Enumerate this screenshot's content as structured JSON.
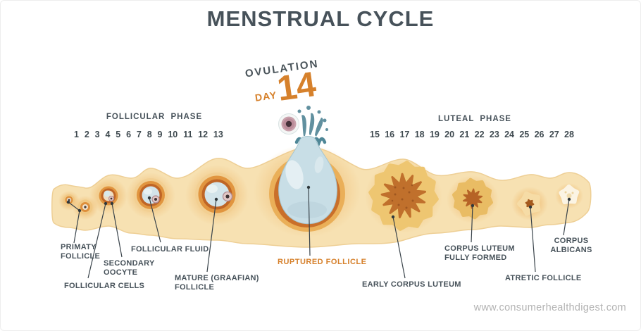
{
  "title": "MENSTRUAL CYCLE",
  "ovulation": {
    "label": "OVULATION",
    "day_word": "DAY",
    "day_number": "14"
  },
  "phases": {
    "follicular": {
      "label": "FOLLICULAR PHASE",
      "days": [
        "1",
        "2",
        "3",
        "4",
        "5",
        "6",
        "7",
        "8",
        "9",
        "10",
        "11",
        "12",
        "13"
      ]
    },
    "luteal": {
      "label": "LUTEAL PHASE",
      "days": [
        "15",
        "16",
        "17",
        "18",
        "19",
        "20",
        "21",
        "22",
        "23",
        "24",
        "25",
        "26",
        "27",
        "28"
      ]
    }
  },
  "annotations": {
    "primary_follicle": {
      "label": "PRIMATY\nFOLLICLE"
    },
    "secondary_oocyte": {
      "label": "SECONDARY\nOOCYTE"
    },
    "follicular_cells": {
      "label": "FOLLICULAR CELLS"
    },
    "follicular_fluid": {
      "label": "FOLLICULAR FLUID"
    },
    "mature_follicle": {
      "label": "MATURE (GRAAFIAN)\nFOLLICLE"
    },
    "ruptured_follicle": {
      "label": "RUPTURED FOLLICLE"
    },
    "early_corpus_luteum": {
      "label": "EARLY CORPUS LUTEUM"
    },
    "corpus_luteum_fully_formed": {
      "label": "CORPUS LUTEUM\nFULLY FORMED"
    },
    "atretic_follicle": {
      "label": "ATRETIC FOLLICLE"
    },
    "corpus_albicans": {
      "label": "CORPUS\nALBICANS"
    }
  },
  "footer": {
    "website": "www.consumerhealthdigest.com"
  },
  "colors": {
    "accent_orange": "#d6812c",
    "label_slate": "#47525a",
    "band_cream": "#f7e1b2",
    "follicle_ring_orange": "#c96f2a",
    "fluid_blue": "#cfe2e9",
    "splash_teal": "#61909f"
  }
}
